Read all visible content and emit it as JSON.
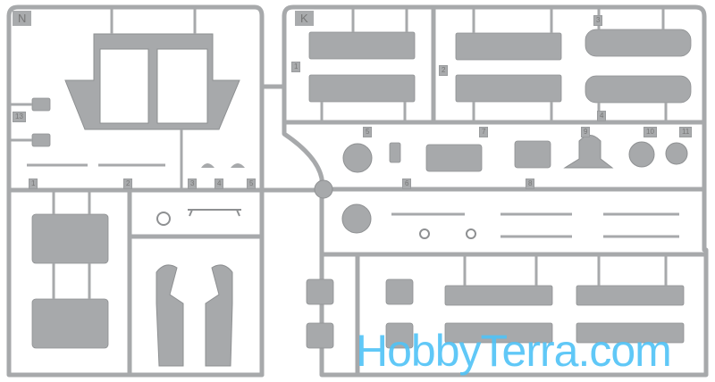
{
  "sprues": [
    {
      "letter": "N",
      "parts": [
        "1",
        "2",
        "3",
        "4",
        "5",
        "13"
      ]
    },
    {
      "letter": "K",
      "parts": [
        "1",
        "2",
        "3",
        "4",
        "5",
        "6",
        "7",
        "8",
        "9",
        "10",
        "11"
      ]
    }
  ],
  "watermark": "HobbyTerra.com",
  "colors": {
    "plastic": "#a7a9ab",
    "plastic_dark": "#8e9092",
    "watermark": "#4fc3f7"
  }
}
